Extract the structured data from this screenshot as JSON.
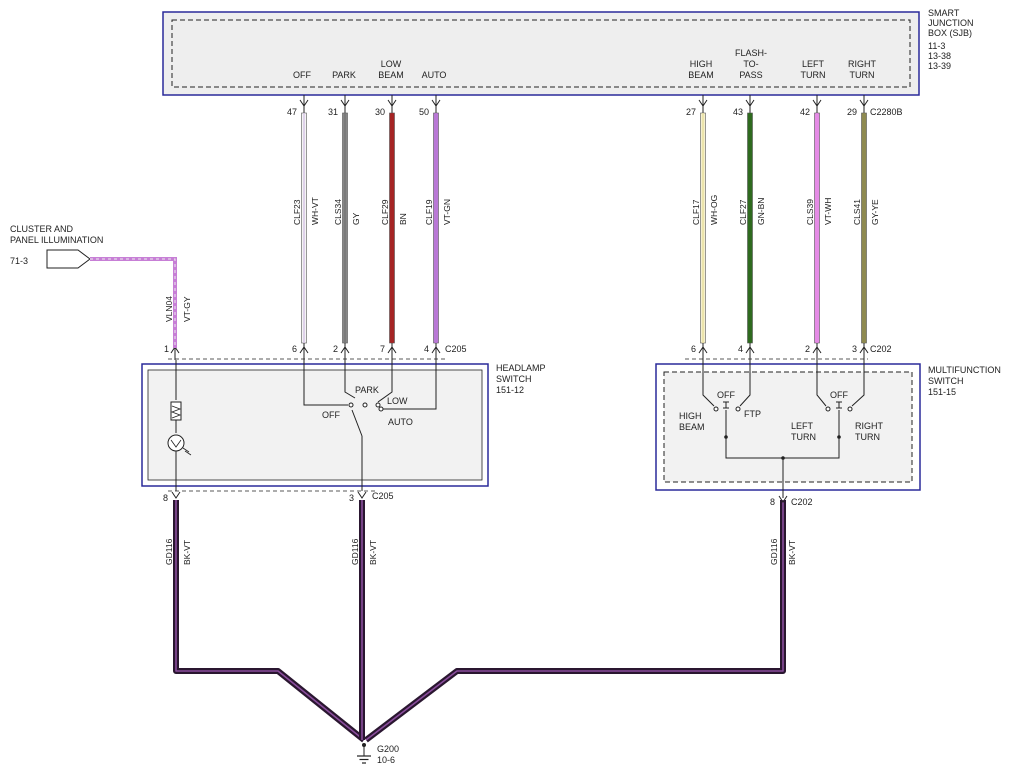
{
  "sjb": {
    "title": [
      "SMART",
      "JUNCTION",
      "BOX (SJB)"
    ],
    "refs": [
      "11-3",
      "13-38",
      "13-39"
    ],
    "connector": "C2280B",
    "pin_labels": {
      "off": [
        "OFF"
      ],
      "park": [
        "PARK"
      ],
      "low_beam": [
        "LOW",
        "BEAM"
      ],
      "auto": [
        "AUTO"
      ],
      "high_beam": [
        "HIGH",
        "BEAM"
      ],
      "flash_to_pass": [
        "FLASH-",
        "TO-",
        "PASS"
      ],
      "left_turn": [
        "LEFT",
        "TURN"
      ],
      "right_turn": [
        "RIGHT",
        "TURN"
      ]
    }
  },
  "circuits": [
    {
      "id": "off",
      "circuit": "CLF23",
      "color_code": "WH-VT",
      "sjb_pin": "47",
      "dev_pin": "6",
      "stripe": "#d8c6e6",
      "base": "#f4f4f4"
    },
    {
      "id": "park",
      "circuit": "CLS34",
      "color_code": "GY",
      "sjb_pin": "31",
      "dev_pin": "2",
      "stripe": "#777777",
      "base": "#888888"
    },
    {
      "id": "low",
      "circuit": "CLF29",
      "color_code": "BN",
      "sjb_pin": "30",
      "dev_pin": "7",
      "stripe": "#a52424",
      "base": "#a52424"
    },
    {
      "id": "auto",
      "circuit": "CLF19",
      "color_code": "VT-GN",
      "sjb_pin": "50",
      "dev_pin": "4",
      "stripe": "#b978d6",
      "base": "#b978d6"
    },
    {
      "id": "high",
      "circuit": "CLF17",
      "color_code": "WH-OG",
      "sjb_pin": "27",
      "dev_pin": "6",
      "stripe": "#e9e0a0",
      "base": "#f6f1cf"
    },
    {
      "id": "ftp",
      "circuit": "CLF27",
      "color_code": "GN-BN",
      "sjb_pin": "43",
      "dev_pin": "4",
      "stripe": "#2f6b1f",
      "base": "#2f6b1f"
    },
    {
      "id": "left",
      "circuit": "CLS39",
      "color_code": "VT-WH",
      "sjb_pin": "42",
      "dev_pin": "2",
      "stripe": "#e58be6",
      "base": "#e58be6"
    },
    {
      "id": "right",
      "circuit": "CLS41",
      "color_code": "GY-YE",
      "sjb_pin": "29",
      "dev_pin": "3",
      "stripe": "#8e8a50",
      "base": "#8e8a50"
    }
  ],
  "cluster": {
    "title": [
      "CLUSTER AND",
      "PANEL ILLUMINATION"
    ],
    "ref": "71-3",
    "circuit": "VLN04",
    "color_code": "VT-GY",
    "pin": "1",
    "wire_color": "#c77fd6"
  },
  "headlamp_switch": {
    "title": [
      "HEADLAMP",
      "SWITCH"
    ],
    "ref": "151-12",
    "connector_top": "C205",
    "connector_bottom": "C205",
    "positions": {
      "off": "OFF",
      "park": "PARK",
      "low": "LOW",
      "auto": "AUTO"
    },
    "ground_pins": [
      "8",
      "3"
    ]
  },
  "multifunction_switch": {
    "title": [
      "MULTIFUNCTION",
      "SWITCH"
    ],
    "ref": "151-15",
    "connector_top": "C202",
    "connector_bottom": "C202",
    "labels": {
      "off_left": "OFF",
      "off_right": "OFF",
      "high": [
        "HIGH",
        "BEAM"
      ],
      "ftp": "FTP",
      "left": [
        "LEFT",
        "TURN"
      ],
      "right": [
        "RIGHT",
        "TURN"
      ]
    },
    "ground_pin": "8"
  },
  "grounds": {
    "circuit": "GD116",
    "color_code": "BK-VT",
    "ground_id": "G200",
    "ground_ref": "10-6",
    "wire_color": "#2a1630",
    "stripe_color": "#8a4d9c"
  },
  "colors": {
    "box_border": "#2a2a9a",
    "box_fill": "#f2f2f2",
    "line": "#222222"
  }
}
